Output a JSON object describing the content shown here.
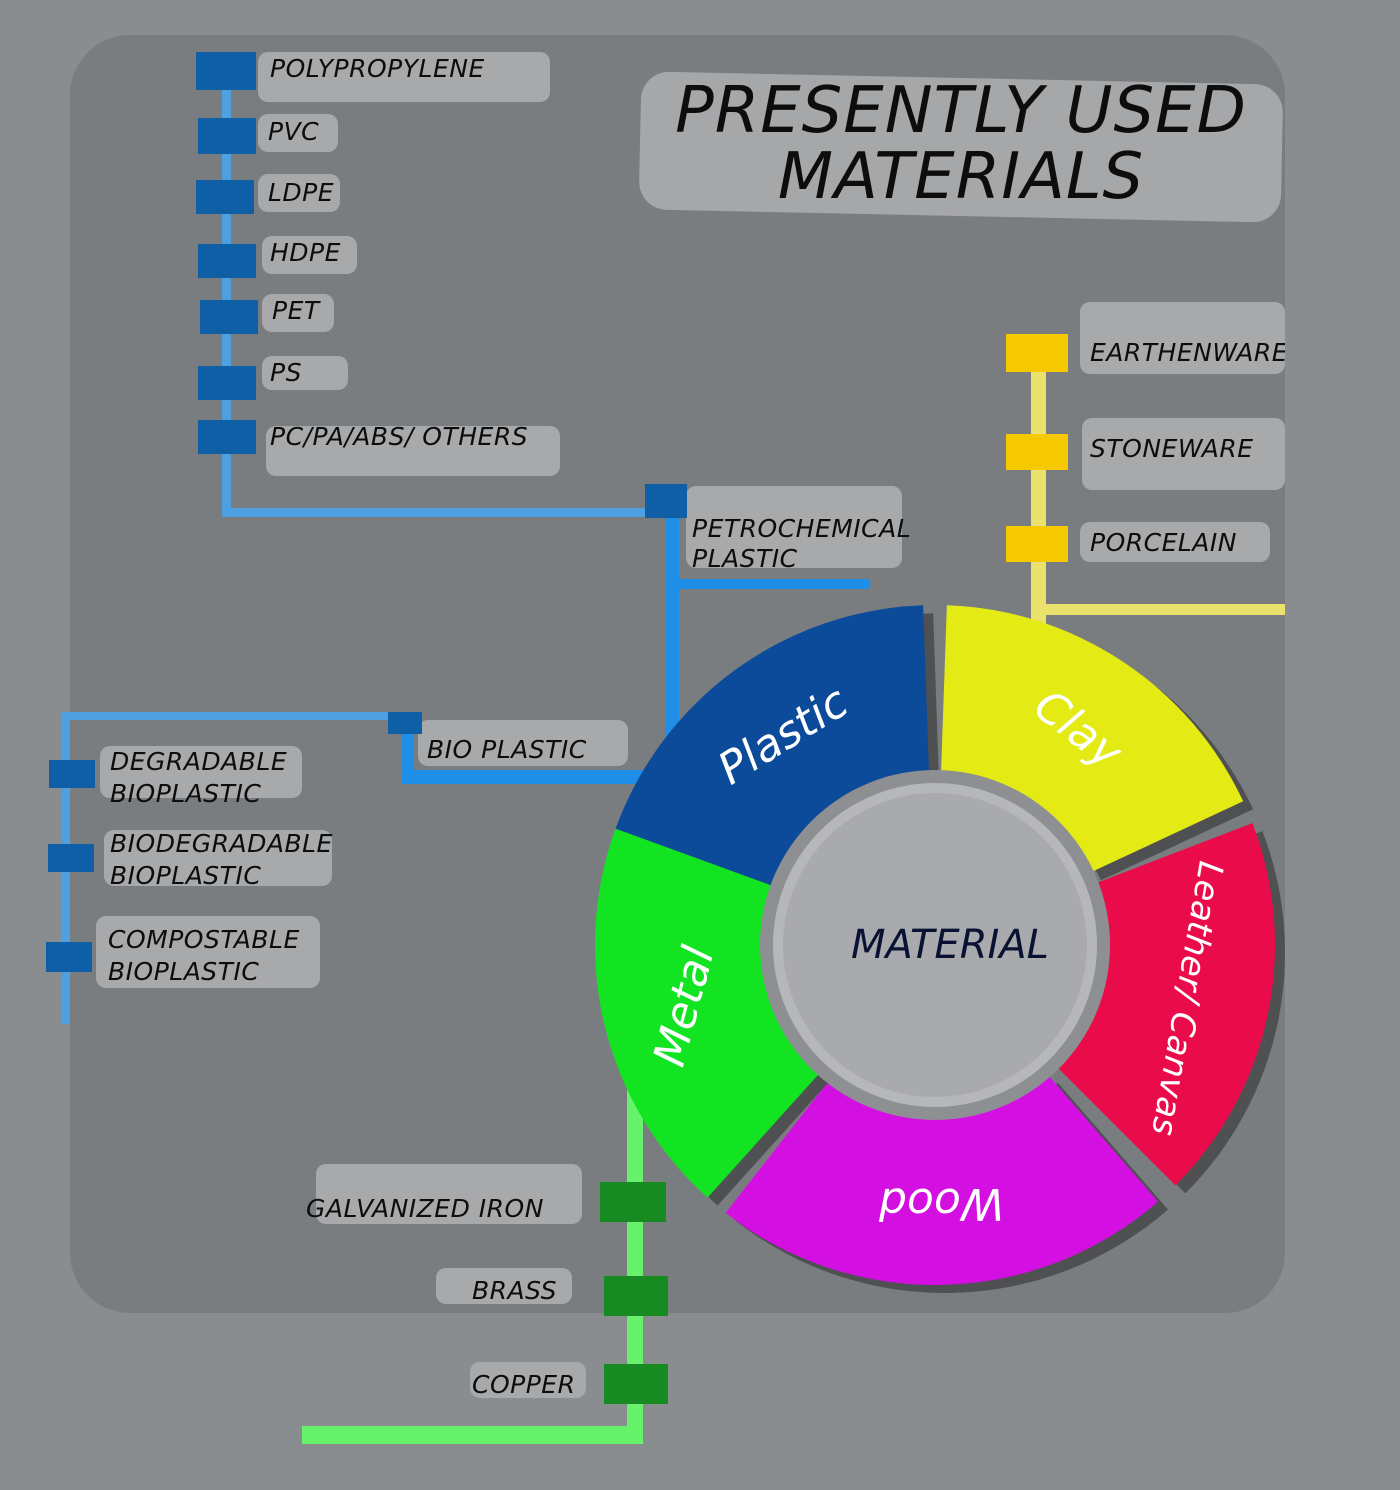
{
  "title": {
    "line1": "PRESENTLY USED",
    "line2": "MATERIALS"
  },
  "center_label": "MATERIAL",
  "segments": [
    {
      "label": "Plastic",
      "color": "#0c4a9a"
    },
    {
      "label": "Clay",
      "color": "#e4ea14"
    },
    {
      "label": "Leather/ Canvas",
      "color": "#ea0c4a"
    },
    {
      "label": "Wood",
      "color": "#d40fe2"
    },
    {
      "label": "Metal",
      "color": "#12e422"
    }
  ],
  "plastic": {
    "petrochemical": {
      "label": "PETROCHEMICAL PLASTIC",
      "items": [
        "POLYPROPYLENE",
        "PVC",
        "LDPE",
        "HDPE",
        "PET",
        "PS",
        "PC/PA/ABS/ OTHERS"
      ]
    },
    "bio": {
      "label": "BIO PLASTIC",
      "items": [
        "DEGRADABLE BIOPLASTIC",
        "BIODEGRADABLE BIOPLASTIC",
        "COMPOSTABLE BIOPLASTIC"
      ]
    }
  },
  "clay": {
    "items": [
      "EARTHENWARE",
      "STONEWARE",
      "PORCELAIN"
    ]
  },
  "metal": {
    "items": [
      "GALVANIZED IRON",
      "BRASS",
      "COPPER"
    ]
  },
  "colors": {
    "background": "#8a8d90",
    "panel": "#7a7d80",
    "label_bg": "#a8a9ab",
    "plastic_line": "#4ea0e0",
    "clay_line": "#ebe26e",
    "metal_line": "#66f26a"
  }
}
